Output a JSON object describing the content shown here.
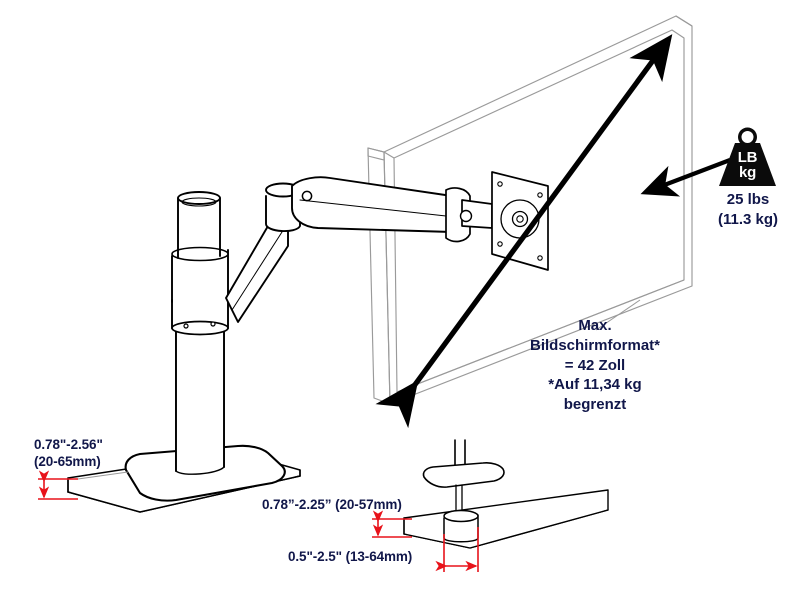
{
  "diagram": {
    "title": "Monitor arm mount technical illustration",
    "line_color": "#000000",
    "screen_outline_color": "#9a9a9a",
    "dimension_color": "#e8121a",
    "text_color": "#11174a"
  },
  "weight": {
    "icon": "weight-block-icon",
    "glyph_line1": "LB",
    "glyph_line2": "kg",
    "imperial": "25 lbs",
    "metric": "(11.3 kg)"
  },
  "screen_spec": {
    "line1": "Max.",
    "line2": "Bildschirmformat*",
    "line3": "= 42 Zoll",
    "line4": "*Auf 11,34 kg",
    "line5": "begrenzt"
  },
  "callouts": {
    "desk_clamp": {
      "line1": "0.78\"-2.56\"",
      "line2": "(20-65mm)"
    },
    "grommet_thickness": "0.78”-2.25” (20-57mm)",
    "grommet_hole": "0.5\"-2.5\" (13-64mm)"
  }
}
